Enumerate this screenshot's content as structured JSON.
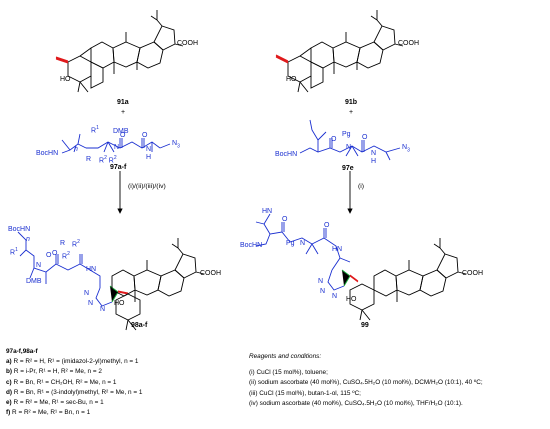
{
  "compounds": {
    "c91a": "91a",
    "c91b": "91b",
    "c97af": "97a-f",
    "c97e": "97e",
    "c98af": "98a-f",
    "c99": "99",
    "legend_head": "97a-f,98a-f"
  },
  "atoms": {
    "cooh": "COOH",
    "ho": "HO",
    "plus": "+",
    "bochn": "BocHN",
    "dmb": "DMB",
    "pg": "Pg",
    "o": "O",
    "n": "N",
    "nh": "H",
    "n3": "N",
    "n3sub": "3",
    "r": "R",
    "r1": "R",
    "r2": "R",
    "sup1": "1",
    "sup2": "2",
    "n_italic": "n",
    "hn": "HN"
  },
  "arrows": {
    "left": "(i)/(ii)/(iii)/(iv)",
    "right": "(i)"
  },
  "legend": [
    {
      "key": "a)",
      "text": "R = R² = H, R¹ = (imidazol-2-yl)methyl, n = 1"
    },
    {
      "key": "b)",
      "text": "R = i-Pr, R¹ = H, R² = Me, n = 2"
    },
    {
      "key": "c)",
      "text": "R = Bn, R¹ = CH₂OH, R² = Me, n = 1"
    },
    {
      "key": "d)",
      "text": "R = Bn, R¹ = (3-indolyl)methyl, R² = Me, n = 1"
    },
    {
      "key": "e)",
      "text": "R = R² = Me, R¹ = sec-Bu, n = 1"
    },
    {
      "key": "f)",
      "text": "R = R² = Me, R¹ = Bn, n = 1"
    }
  ],
  "reagents": {
    "title": "Reagents and conditions:",
    "items": [
      "(i) CuCl (15 mol%), toluene;",
      "(ii) sodium ascorbate (40 mol%), CuSO₄.5H₂O (10 mol%), DCM/H₂O (10:1), 40 ºC;",
      "(iii) CuCl (15 mol%), butan-1-ol, 115 ºC;",
      "(iv) sodium ascorbate (40 mol%), CuSO₄.5H₂O (10 mol%), THF/H₂O (10:1)."
    ]
  },
  "colors": {
    "black": "#000000",
    "blue": "#1a2fd0",
    "red": "#e0191b",
    "green": "#1aa83a"
  }
}
